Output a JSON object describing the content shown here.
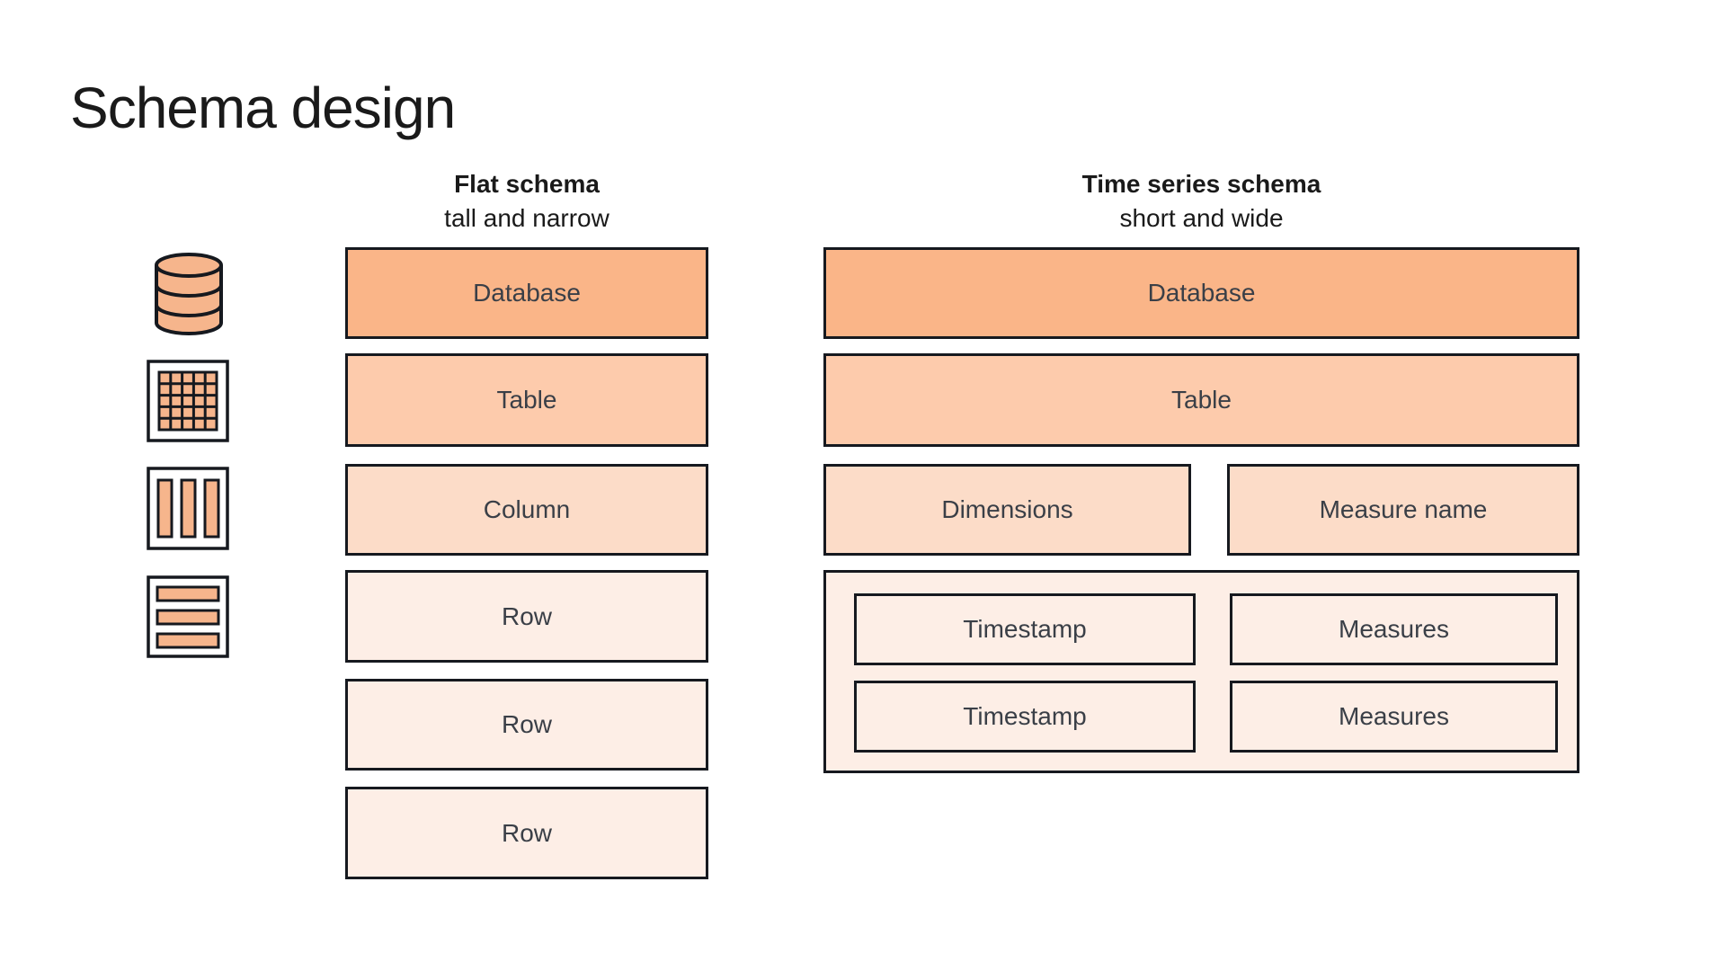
{
  "page": {
    "title": "Schema design",
    "background": "#ffffff"
  },
  "palette": {
    "level1_fill": "#FAB588",
    "level2_fill": "#FDCBAC",
    "level3_fill": "#FCDCC8",
    "level4_fill": "#FDEEE6",
    "icon_fill": "#F6B58C",
    "border": "#16191F",
    "label_text": "#3A3F47",
    "heading_text": "#1A1A1A"
  },
  "legend_icons": [
    {
      "name": "database-icon"
    },
    {
      "name": "table-icon"
    },
    {
      "name": "column-icon"
    },
    {
      "name": "row-icon"
    }
  ],
  "flat_schema": {
    "heading": "Flat schema",
    "subheading": "tall and narrow",
    "boxes": [
      "Database",
      "Table",
      "Column",
      "Row",
      "Row",
      "Row"
    ]
  },
  "time_series_schema": {
    "heading": "Time series schema",
    "subheading": "short and wide",
    "database_label": "Database",
    "table_label": "Table",
    "dimensions_label": "Dimensions",
    "measure_name_label": "Measure name",
    "record_rows": [
      {
        "timestamp": "Timestamp",
        "measures": "Measures"
      },
      {
        "timestamp": "Timestamp",
        "measures": "Measures"
      }
    ]
  }
}
